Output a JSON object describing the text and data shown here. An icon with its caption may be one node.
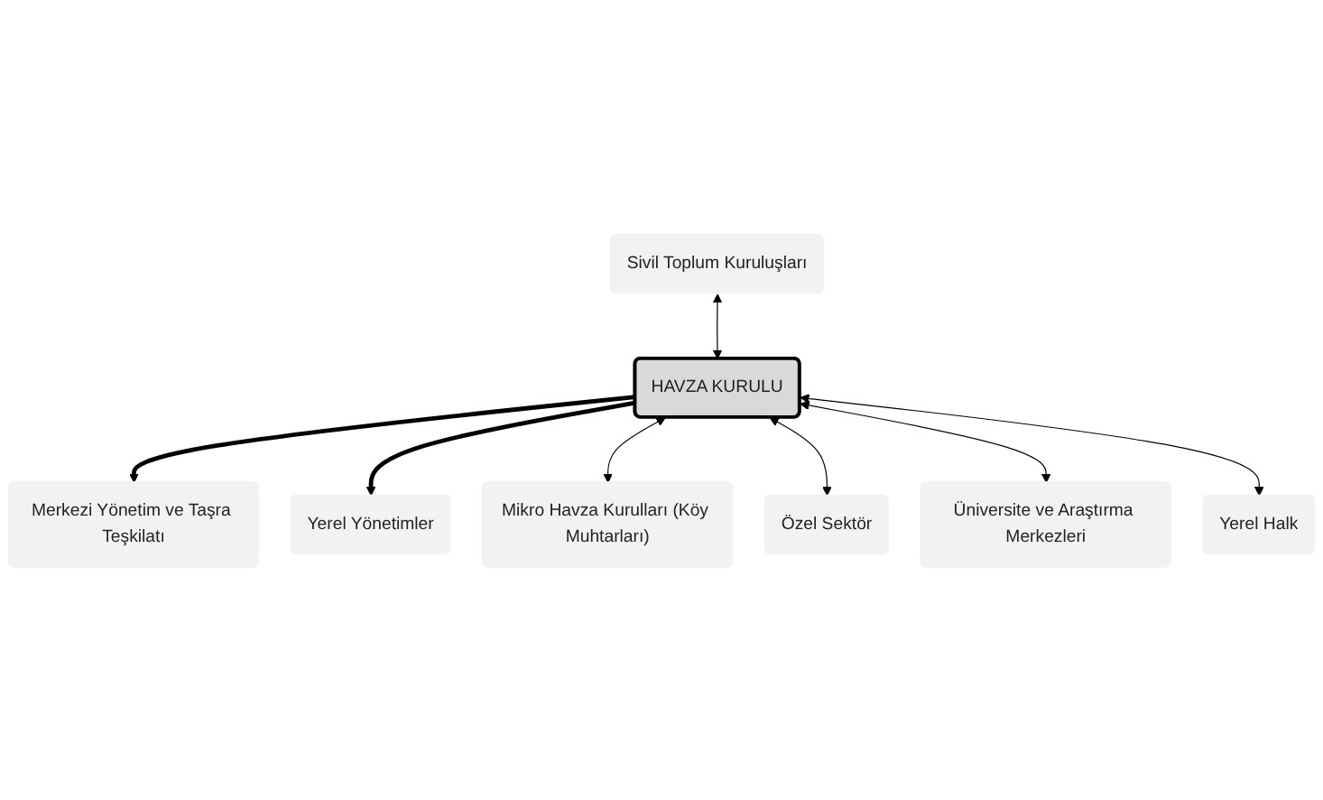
{
  "diagram": {
    "nodes": [
      {
        "text": [
          "Merkezi Yönetim ve Taşra Teşkilatı"
        ]
      },
      {
        "text": [
          "HAVZA KURULU"
        ]
      },
      {
        "text": [
          "Yerel Yönetimler"
        ]
      },
      {
        "text": [
          "Sivil Toplum Kuruluşları"
        ]
      },
      {
        "text": [
          "Mikro Havza Kurulları (Köy Muhtarları)"
        ]
      },
      {
        "text": [
          "Özel Sektör"
        ]
      },
      {
        "text": [
          "Üniversite ve Araştırma Merkezleri"
        ]
      },
      {
        "text": [
          "Yerel Halk"
        ]
      }
    ],
    "edges": [
      {
        "from": 1,
        "to": 0,
        "arrow": "to",
        "style": "thick"
      },
      {
        "from": 1,
        "to": 2,
        "arrow": "to",
        "style": "thick"
      },
      {
        "from": 3,
        "to": 1,
        "arrow": "both"
      },
      {
        "from": 1,
        "to": 4,
        "arrow": "both"
      },
      {
        "from": 1,
        "to": 5,
        "arrow": "both"
      },
      {
        "from": 1,
        "to": 6,
        "arrow": "both"
      },
      {
        "from": 1,
        "to": 7,
        "arrow": "both"
      }
    ]
  }
}
